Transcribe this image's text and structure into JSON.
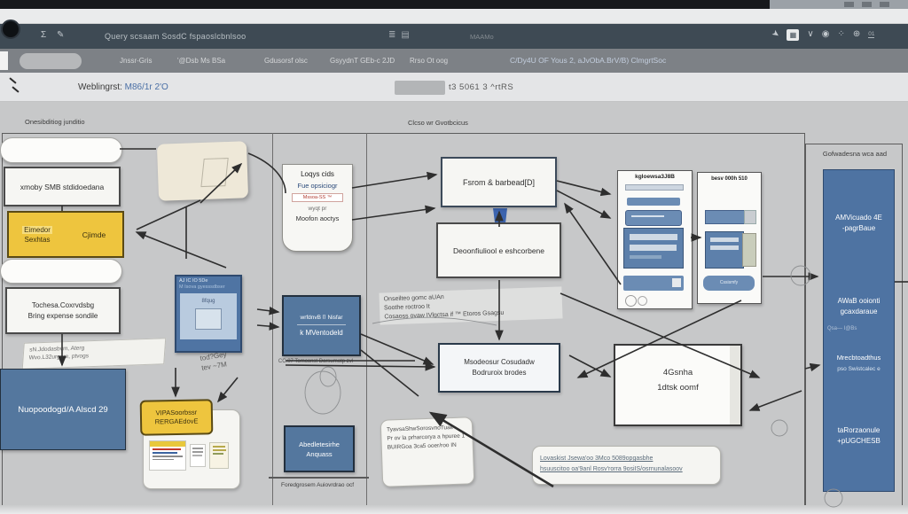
{
  "toolbar": {
    "menu_text": "Query scsaam SosdC fspaoslcbnlsoo",
    "faint_text": "MAAMo",
    "right_count": "01"
  },
  "glyphs": {
    "sigma": "Σ",
    "pencil": "✎",
    "list": "≣",
    "grid2": "▤",
    "cursor": "➤",
    "grid": "▦",
    "chevron": "∨",
    "user": "◉",
    "dots": "⁘",
    "plus": "⊕"
  },
  "ribbon": {
    "tabs": [
      "Jnssr-Gris",
      "'@Dsb Ms BSa",
      "Gdusorsf olsc",
      "GsyydnT GEb-c 2JD",
      "Rrso Ot oog"
    ],
    "doc_title": "C/Dy4U OF Yous 2, aJvObA.BrV/B) ClmgrtSoc"
  },
  "infobar": {
    "label": "Weblingrst:",
    "link": "M86/1r 2'O",
    "meta": "t3 5061 3 ^rtRS"
  },
  "lanes": {
    "lane1": "Onesibditiog junditio",
    "lane2": "Clcso wr Gvotbcicus",
    "lane3": "Gofwadesna wca aad"
  },
  "shapes": {
    "start_box": "xmoby SMB stdidoedana",
    "yellow_left1": "Eimedor",
    "yellow_left2": "Sexhtas",
    "yellow_right": "Cjimde",
    "expense1": "Tochesa.Coxrvdsbg",
    "expense2": "Bring expense sondile",
    "callout_left1": "sN.Jdodasbvm, Aterg",
    "callout_left2": "Wvo.L32urgore, ptvogs",
    "admin": "Nuopoodogd/A Alscd 29",
    "thumb_h1": "AJ IC IO 5De",
    "thumb_h2": "M Isova gyesssdbser",
    "thumb_body": "8fqug",
    "sketch1": "tod?Gey",
    "sketch2": "tev ~7M",
    "yellow2_l1": "VIPASoorbssr",
    "yellow2_l2": "RERGAEdovE",
    "locus_l1": "Loqys cids",
    "locus_l2": "Fue opsiciogr",
    "locus_l3": "Mssoa-SS ™",
    "locus_l4": "wyqt pr",
    "locus_l5": "Moofon aoctys",
    "bluebox1_l1": "wrfdnvB ⌷ Nisfar",
    "bluebox1_l2": "k MVentodeld",
    "caption1": "CC.07 Tomconst Darsumotp zvl",
    "bluebox2_l1": "Abedletesirhe",
    "bluebox2_l2": "Anquass",
    "caption2": "Foredgrosem Auiovrdrao ocf",
    "form_box": "Fsrom & barbead[D]",
    "deploy_box": "Deoonfiuliool e eshcorbene",
    "annot1_l1": "Onseilteo gomc aUAn",
    "annot1_l2": "Soothe roctroo It",
    "annot1_l3": "Cosaoss ovaw IVlgctsa if ™ Etoros Gsagsu",
    "measure_l1": "Msodeosur Cosudadw",
    "measure_l2": "Bodruroix brodes",
    "callout2_l1": "TyavsaShwSorosvnoTuae",
    "callout2_l2": "Pr ov la prharcorya a hpuree 1",
    "callout2_l3": "BUIRGoa 3ca5 ooer/roo IN",
    "links_l1": "Lovaskist Jsewa'oo 3Mco 5089opgasbhe",
    "links_l2": "hsuuscitoo oa'9anl Rosv'rorra 9osiIS/osrnunalasoov",
    "panel_a_title": "kgloewsa3J8B",
    "panel_b_title": "besv 000h 510",
    "panel_b_row": "Cssismfy",
    "update_l1": "4Gsnha",
    "update_l2": "1dtsk oomf"
  },
  "rightpanel": {
    "g1a": "AMVicuado 4E",
    "g1b": "-pagrBaue",
    "g2a": "AWaB ooionti",
    "g2b": "gcaxdaraue",
    "faint": "Qsa— I@Bs",
    "g3a": "Mrecbtoadthus",
    "g3b": "pso Swistcalec e",
    "g4a": "taRorzaonule",
    "g4b": "+pUGCHESB"
  },
  "colors": {
    "toolbar": "#3e4a54",
    "canvas": "#c7c8c9",
    "shape_blue": "#54779e",
    "shape_yellow": "#eec53e",
    "arrow": "#2e2e2e",
    "link_blue": "#4a6fa5"
  }
}
